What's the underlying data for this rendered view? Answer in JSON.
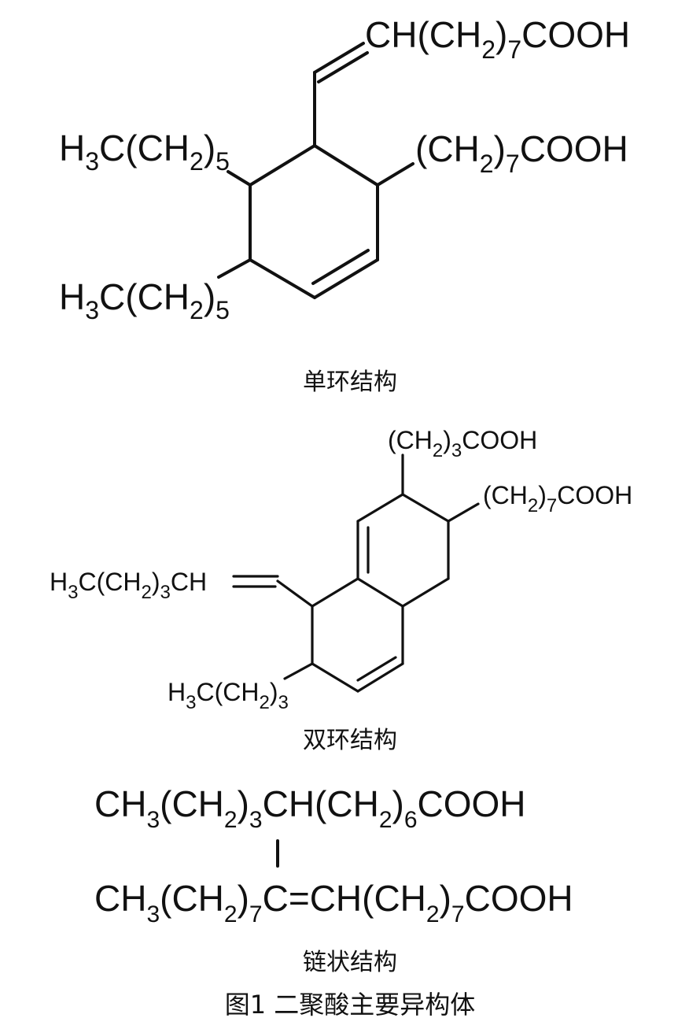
{
  "monocyclic": {
    "groups": {
      "top_acid": {
        "a": "CH(CH",
        "sub": "2",
        "b": ")",
        "n": "7",
        "c": "COOH"
      },
      "right_acid": {
        "a": "(CH",
        "sub": "2",
        "b": ")",
        "n": "7",
        "c": "COOH"
      },
      "hexyl_upper": {
        "a": "H",
        "s1": "3",
        "b": "C(CH",
        "s2": "2",
        "c": ")",
        "s3": "5"
      },
      "hexyl_lower": {
        "a": "H",
        "s1": "3",
        "b": "C(CH",
        "s2": "2",
        "c": ")",
        "s3": "5"
      }
    },
    "caption": "单环结构"
  },
  "bicyclic": {
    "groups": {
      "top_acid": {
        "a": "(CH",
        "sub": "2",
        "b": ")",
        "n": "3",
        "c": "COOH"
      },
      "right_acid": {
        "a": "(CH",
        "sub": "2",
        "b": ")",
        "n": "7",
        "c": "COOH"
      },
      "ylidene": {
        "a": "H",
        "s1": "3",
        "b": "C(CH",
        "s2": "2",
        "c": ")",
        "s3": "3",
        "d": "CH"
      },
      "butyl": {
        "a": "H",
        "s1": "3",
        "b": "C(CH",
        "s2": "2",
        "c": ")",
        "s3": "3"
      }
    },
    "caption": "双环结构"
  },
  "acyclic": {
    "line1": {
      "a": "CH",
      "s1": "3",
      "b": "(CH",
      "s2": "2",
      "c": ")",
      "s3": "3",
      "d": "CH(CH",
      "s4": "2",
      "e": ")",
      "s5": "6",
      "f": "COOH"
    },
    "line2": {
      "a": "CH",
      "s1": "3",
      "b": "(CH",
      "s2": "2",
      "c": ")",
      "s3": "7",
      "d": "C=CH(CH",
      "s4": "2",
      "e": ")",
      "s5": "7",
      "f": "COOH"
    },
    "caption": "链状结构"
  },
  "figure_caption": "图1 二聚酸主要异构体"
}
